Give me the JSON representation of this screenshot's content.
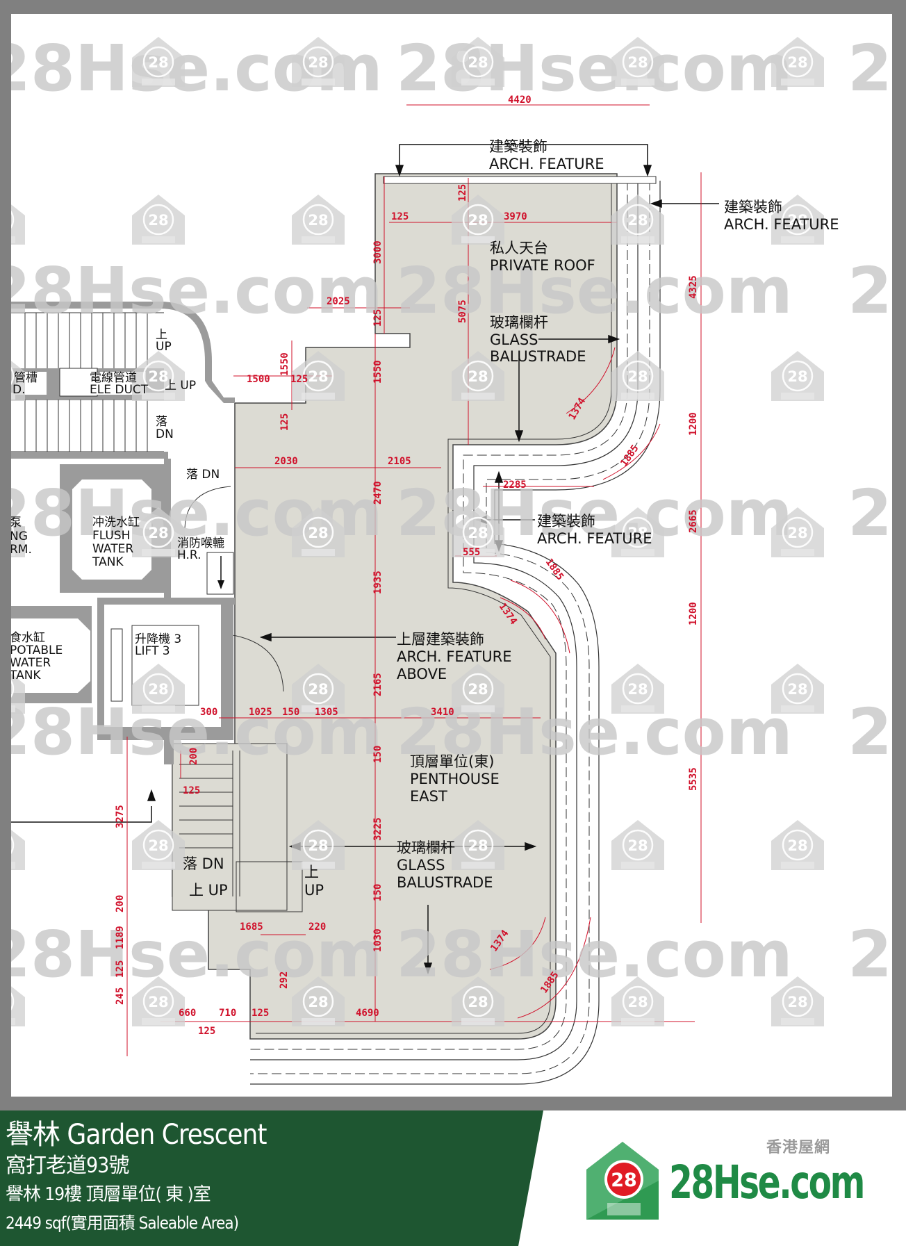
{
  "colors": {
    "frame": "#808080",
    "sheet": "#ffffff",
    "floor_fill": "#dcdbd3",
    "wall": "#9b9b9b",
    "dimension": "#d0102a",
    "banner": "#1e5631",
    "logo_green": "#1f8a45",
    "logo_red": "#e01b24"
  },
  "watermark": {
    "badge": "28",
    "text": "28Hse.com"
  },
  "plan": {
    "labels": {
      "arch_feature_top_cn": "建築裝飾",
      "arch_feature_top_en": "ARCH. FEATURE",
      "arch_feature_right_cn": "建築裝飾",
      "arch_feature_right_en": "ARCH. FEATURE",
      "arch_feature_mid_cn": "建築裝飾",
      "arch_feature_mid_en": "ARCH. FEATURE",
      "private_roof_cn": "私人天台",
      "private_roof_en": "PRIVATE ROOF",
      "glass_balustrade_top_cn": "玻璃欄杆",
      "glass_balustrade_top_en1": "GLASS",
      "glass_balustrade_top_en2": "BALUSTRADE",
      "arch_feature_above_cn": "上層建築裝飾",
      "arch_feature_above_en1": "ARCH. FEATURE",
      "arch_feature_above_en2": "ABOVE",
      "penthouse_cn": "頂層單位(東)",
      "penthouse_en1": "PENTHOUSE",
      "penthouse_en2": "EAST",
      "glass_balustrade_bot_cn": "玻璃欄杆",
      "glass_balustrade_bot_en1": "GLASS",
      "glass_balustrade_bot_en2": "BALUSTRADE",
      "pipe_duct_cn": "管槽",
      "pipe_duct_en": "D.",
      "ele_duct_cn": "電線管道",
      "ele_duct_en": "ELE DUCT",
      "stair_up_1_cn": "上",
      "stair_up_1_en": "UP",
      "stair_up_2": "上 UP",
      "stair_dn_1_cn": "落",
      "stair_dn_1_en": "DN",
      "stair_dn_2": "落 DN",
      "pump_room_cn": "泵",
      "pump_room_en1": "NG",
      "pump_room_en2": "RM.",
      "flush_tank_cn": "冲洗水缸",
      "flush_tank_en1": "FLUSH",
      "flush_tank_en2": "WATER",
      "flush_tank_en3": "TANK",
      "hose_reel_cn": "消防喉轆",
      "hose_reel_en": "H.R.",
      "potable_tank_cn": "食水缸",
      "potable_tank_en1": "POTABLE",
      "potable_tank_en2": "WATER",
      "potable_tank_en3": "TANK",
      "lift_cn": "升降機 3",
      "lift_en": "LIFT 3",
      "stair_dn_3": "落 DN",
      "stair_up_3": "上 UP",
      "stair_up_4_cn": "上",
      "stair_up_4_en": "UP"
    },
    "dimensions": {
      "top_4420": "4420",
      "d125_a": "125",
      "d125_b": "125",
      "d3970": "3970",
      "d3000": "3000",
      "d2025": "2025",
      "d125_c": "125",
      "d5075": "5075",
      "d1500": "1500",
      "d1550_a": "1550",
      "d125_d": "125",
      "d1550_b": "1550",
      "d125_e": "125",
      "d2030": "2030",
      "d2105": "2105",
      "d2470": "2470",
      "d2285": "2285",
      "d555": "555",
      "d1935": "1935",
      "d2165": "2165",
      "d300": "300",
      "d1025": "1025",
      "d150_a": "150",
      "d1305": "1305",
      "d3410": "3410",
      "d200_a": "200",
      "d150_b": "150",
      "d125_f": "125",
      "d3275": "3275",
      "d3225": "3225",
      "d200_b": "200",
      "d150_c": "150",
      "d1685": "1685",
      "d220": "220",
      "d1189": "1189",
      "d1030": "1030",
      "d125_g": "125",
      "d292": "292",
      "d245": "245",
      "d660": "660",
      "d710": "710",
      "d125_h": "125",
      "d4690": "4690",
      "d125_i": "125",
      "arc_1374_a": "1374",
      "arc_1885_a": "1885",
      "arc_1885_b": "1885",
      "arc_1374_b": "1374",
      "arc_1374_c": "1374",
      "arc_1885_c": "1885",
      "right_4325": "4325",
      "right_1200_a": "1200",
      "right_2665": "2665",
      "right_1200_b": "1200",
      "right_5535": "5535"
    }
  },
  "footer": {
    "title": "譽林 Garden Crescent",
    "address": "窩打老道93號",
    "unit": "譽林 19樓 頂層單位( 東 )室",
    "area": "2449 sqf(實用面積 Saleable Area)",
    "logo_badge": "28",
    "logo_text": "28Hse.com",
    "logo_cn": "香港屋網"
  }
}
